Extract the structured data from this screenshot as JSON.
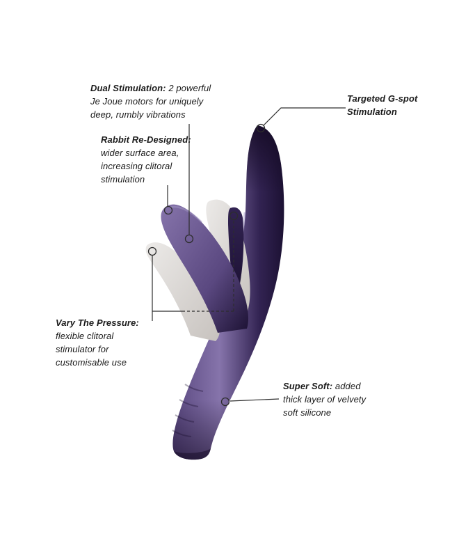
{
  "figure": {
    "background": "#ffffff",
    "illustration": "purple-rabbit-vibrator-with-ghosted-flexible-arm-positions"
  },
  "colors": {
    "line_color": "#2d2d2d",
    "text_color": "#1a1a1a",
    "purple_light": "#8674ab",
    "purple_mid": "#5a4880",
    "purple_dark": "#322352",
    "purple_deep": "#1c1133",
    "ghost_light": "#eceae8",
    "ghost_shade": "#c7c2be"
  },
  "annotations": {
    "dual_stimulation": {
      "title": "Dual Stimulation:",
      "body": "2 powerful Je Joue motors for uniquely deep, rumbly vibrations"
    },
    "gspot": {
      "title": "Targeted G-spot Stimulation"
    },
    "rabbit_redesigned": {
      "title": "Rabbit Re-Designed:",
      "body": "wider surface area, increasing clitoral stimulation"
    },
    "vary_pressure": {
      "title": "Vary The Pressure:",
      "body": "flexible clitoral stimulator for customisable use"
    },
    "super_soft": {
      "title": "Super Soft:",
      "body": "added thick layer of velvety soft silicone"
    }
  }
}
